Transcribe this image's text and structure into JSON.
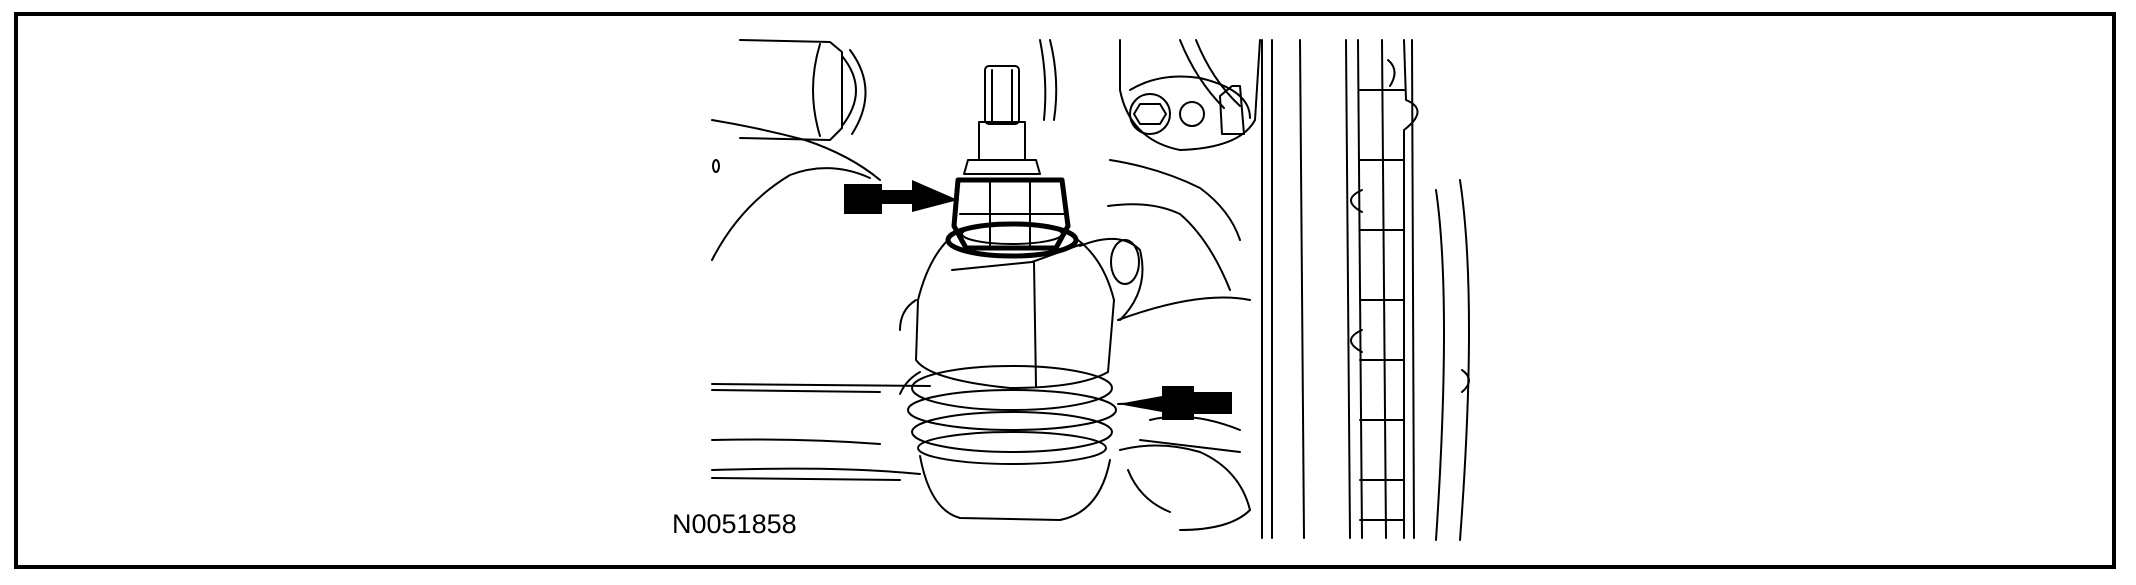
{
  "figure": {
    "id_label": "N0051858",
    "ink_color": "#000000",
    "background_color": "#ffffff",
    "callout_arrows": 2,
    "subject": "ball-joint-nut"
  }
}
